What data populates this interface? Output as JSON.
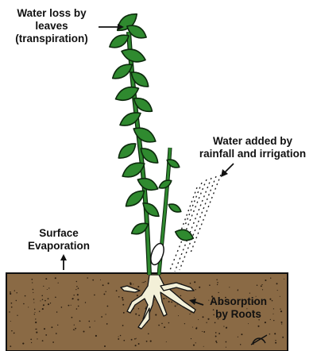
{
  "labels": {
    "water_loss": {
      "line1": "Water loss by",
      "line2": "leaves",
      "line3": "(transpiration)"
    },
    "water_added": {
      "line1": "Water added by",
      "line2": "rainfall and irrigation"
    },
    "surface_evaporation": {
      "line1": "Surface",
      "line2": "Evaporation"
    },
    "absorption": {
      "line1": "Absorption",
      "line2": "by Roots"
    }
  },
  "colors": {
    "soil": "#8a6a45",
    "soil_speckle": "#2a1d10",
    "leaf": "#2f8a2f",
    "leaf_outline": "#0d2a0d",
    "root": "#f3f0d8",
    "outline": "#111111"
  }
}
